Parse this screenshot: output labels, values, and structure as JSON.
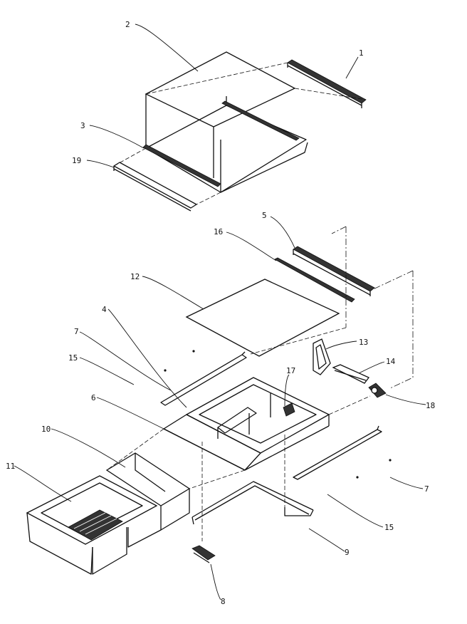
{
  "callouts": [
    {
      "id": "c1",
      "text": "1"
    },
    {
      "id": "c2",
      "text": "2"
    },
    {
      "id": "c3",
      "text": "3"
    },
    {
      "id": "c19",
      "text": "19"
    },
    {
      "id": "c5",
      "text": "5"
    },
    {
      "id": "c16",
      "text": "16"
    },
    {
      "id": "c12",
      "text": "12"
    },
    {
      "id": "c4",
      "text": "4"
    },
    {
      "id": "c7a",
      "text": "7"
    },
    {
      "id": "c15a",
      "text": "15"
    },
    {
      "id": "c13",
      "text": "13"
    },
    {
      "id": "c14",
      "text": "14"
    },
    {
      "id": "c17",
      "text": "17"
    },
    {
      "id": "c18",
      "text": "18"
    },
    {
      "id": "c6",
      "text": "6"
    },
    {
      "id": "c10",
      "text": "10"
    },
    {
      "id": "c11",
      "text": "11"
    },
    {
      "id": "c7b",
      "text": "7"
    },
    {
      "id": "c15b",
      "text": "15"
    },
    {
      "id": "c9",
      "text": "9"
    },
    {
      "id": "c8",
      "text": "8"
    }
  ],
  "colors": {
    "ink": "#111111",
    "background": "#ffffff"
  }
}
